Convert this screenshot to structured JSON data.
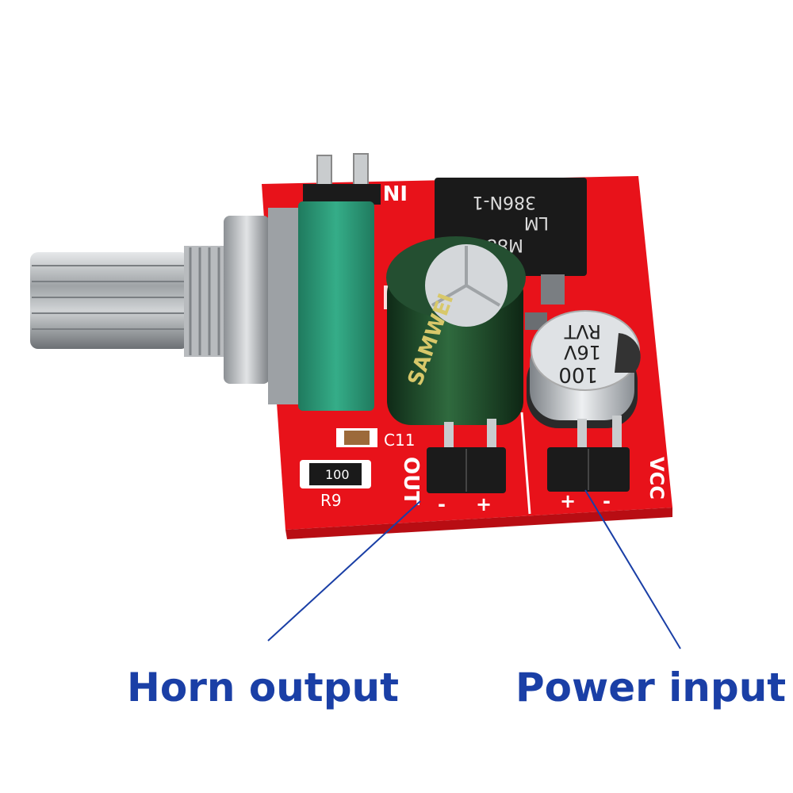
{
  "colors": {
    "pcb": "#e8121a",
    "annotation": "#1a3fa6",
    "silkscreen": "#ffffff",
    "knob_metal": "#b9bcbe",
    "pot_body": "#2a9a78",
    "capacitor_green": "#1c4a2a",
    "ic": "#1a1a1a"
  },
  "board": {
    "ic_line1": "386N-1",
    "ic_line2": "LM",
    "ic_line3": "M884",
    "big_cap_text": "SAMWEI",
    "small_cap_line1": "RVT",
    "small_cap_line2": "16V",
    "small_cap_line3": "100",
    "label_in": "IN",
    "label_c11": "C11",
    "label_r9": "R9",
    "resistor_code": "100",
    "label_out": "OUT",
    "out_minus": "-",
    "out_plus": "+",
    "label_vcc": "VCC",
    "vcc_plus": "+",
    "vcc_minus": "-"
  },
  "captions": {
    "horn_output": "Horn output",
    "power_input": "Power input"
  }
}
